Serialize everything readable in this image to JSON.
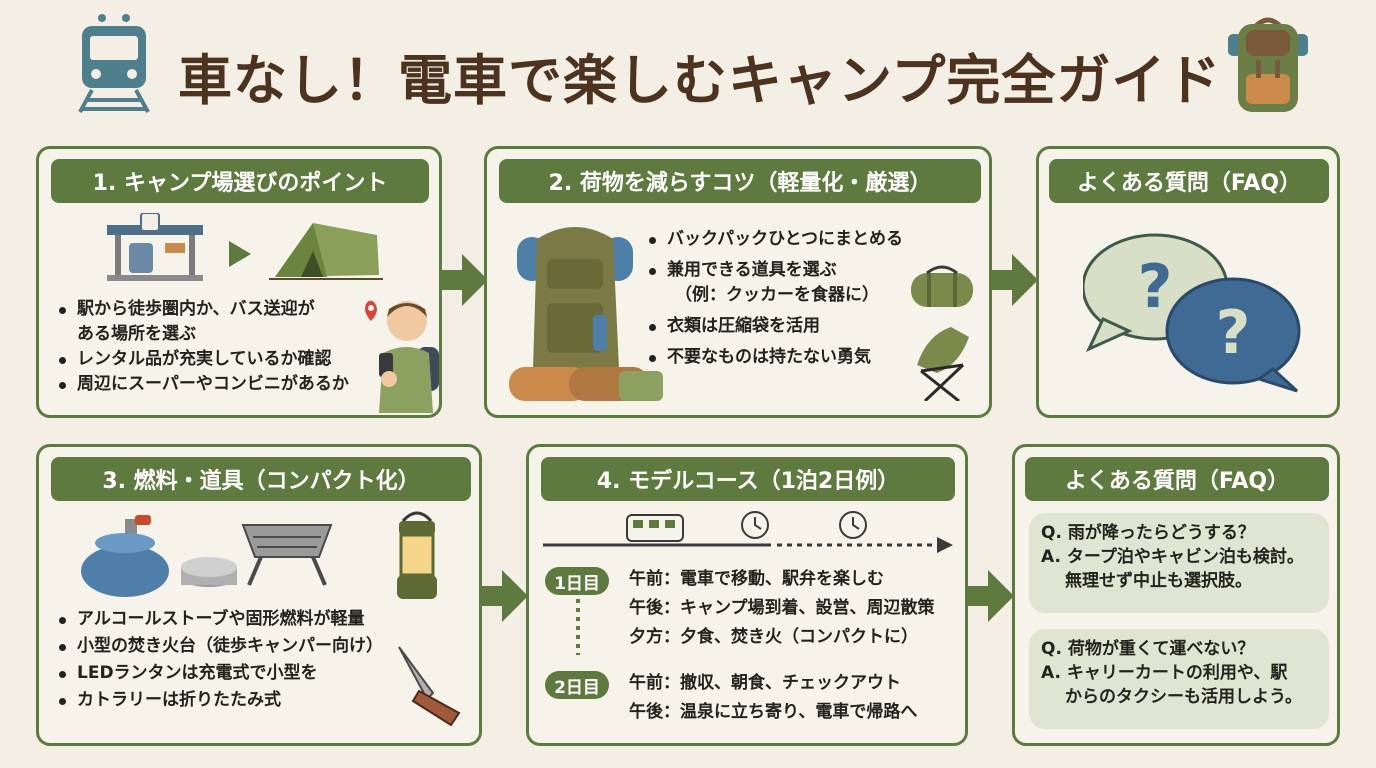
{
  "header": {
    "title": "車なし！電車で楽しむキャンプ完全ガイド",
    "left_icon": "train-icon",
    "right_icon": "backpack-icon"
  },
  "colors": {
    "background": "#f3efe4",
    "accent_green": "#5f7a3e",
    "title_brown": "#4b3320",
    "bubble_blue": "#3f6a94"
  },
  "panels": {
    "camp_site": {
      "heading": "1. キャンプ場選びのポイント",
      "items": [
        "駅から徒歩圏内か、バス送迎が",
        "レンタル品が充実しているか確認",
        "周辺にスーパーやコンビニがあるか"
      ],
      "item1_cont": "ある場所を選ぶ"
    },
    "luggage": {
      "heading": "2. 荷物を減らすコツ（軽量化・厳選）",
      "items": [
        "バックパックひとつにまとめる",
        "兼用できる道具を選ぶ",
        "衣類は圧縮袋を活用",
        "不要なものは持たない勇気"
      ],
      "item2_cont": "（例：クッカーを食器に）"
    },
    "faq_top": {
      "heading": "よくある質問（FAQ）"
    },
    "fuel": {
      "heading": "3. 燃料・道具（コンパクト化）",
      "items": [
        "アルコールストーブや固形燃料が軽量",
        "小型の焚き火台（徒歩キャンパー向け）",
        "LEDランタンは充電式で小型を",
        "カトラリーは折りたたみ式"
      ]
    },
    "model_course": {
      "heading": "4. モデルコース（1泊2日例）",
      "day1": {
        "label": "1日目",
        "rows": [
          "午前：電車で移動、駅弁を楽しむ",
          "午後：キャンプ場到着、設営、周辺散策",
          "夕方：夕食、焚き火（コンパクトに）"
        ]
      },
      "day2": {
        "label": "2日目",
        "rows": [
          "午前：撤収、朝食、チェックアウト",
          "午後：温泉に立ち寄り、電車で帰路へ"
        ]
      }
    },
    "faq_bottom": {
      "heading": "よくある質問（FAQ）",
      "qa": [
        {
          "q": "Q. 雨が降ったらどうする？",
          "a1": "A. タープ泊やキャビン泊も検討。",
          "a2": "無理せず中止も選択肢。"
        },
        {
          "q": "Q. 荷物が重くて運べない？",
          "a1": "A. キャリーカートの利用や、駅",
          "a2": "からのタクシーも活用しよう。"
        }
      ]
    }
  }
}
